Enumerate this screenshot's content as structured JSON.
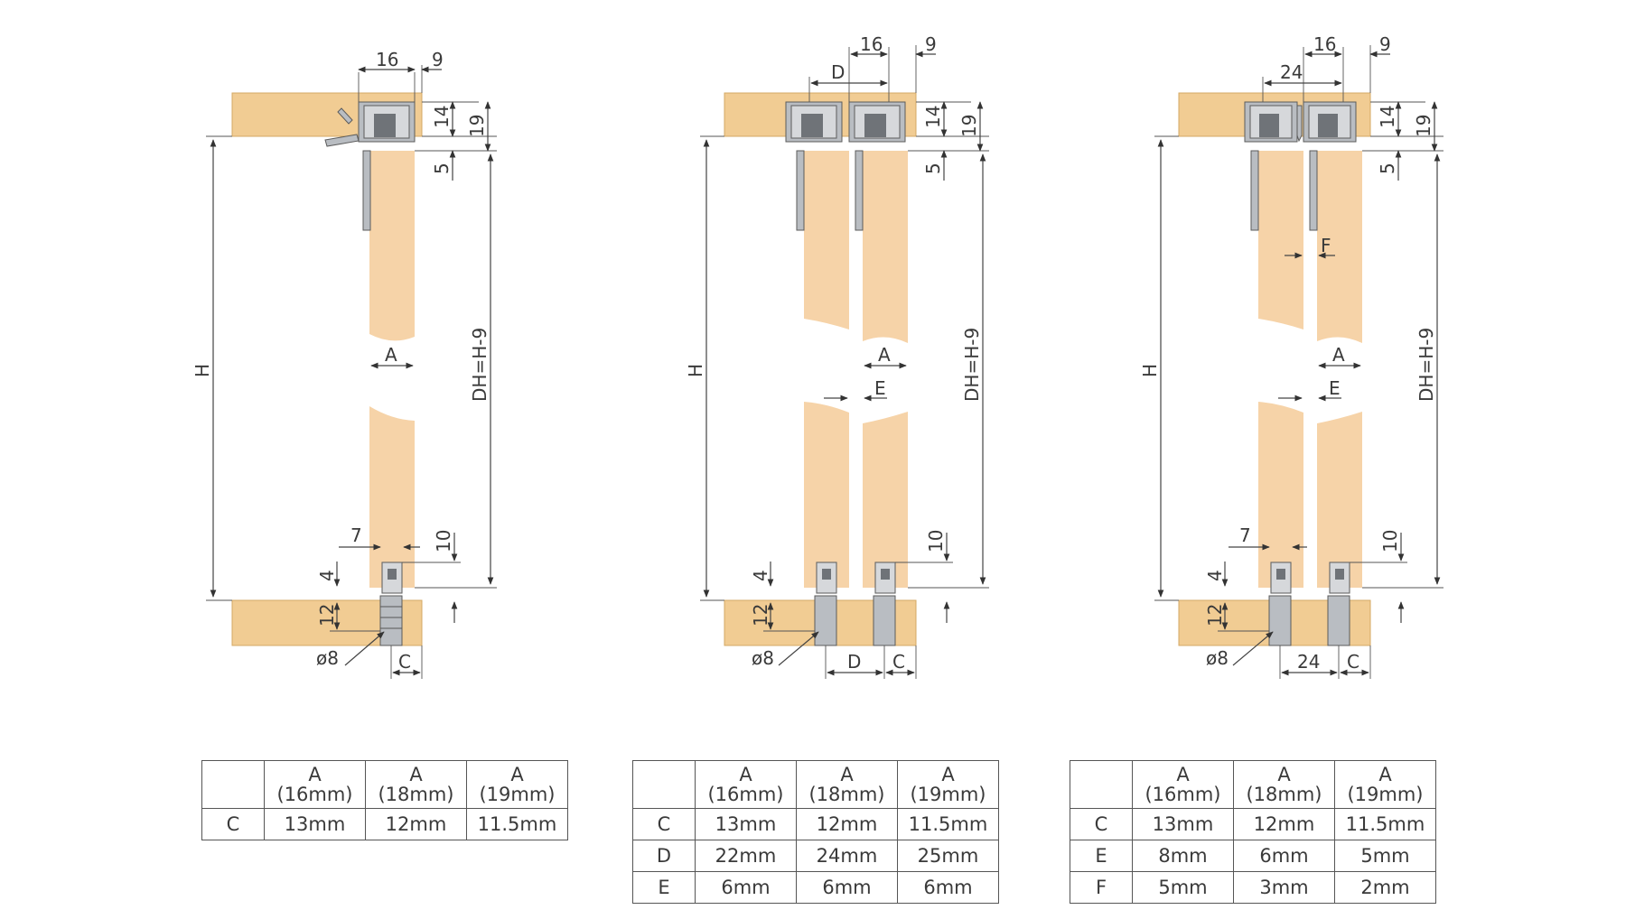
{
  "colors": {
    "door": "#f6d3a8",
    "board": "#f1cc93",
    "metal": "#d6d8db",
    "line": "#444444"
  },
  "diagrams": [
    {
      "top": {
        "d16": "16",
        "d9": "9",
        "d14": "14",
        "d19": "19",
        "d5": "5"
      },
      "side": {
        "h": "H",
        "dh": "DH=H-9",
        "a": "A"
      },
      "bottom": {
        "d7": "7",
        "d10": "10",
        "d4": "4",
        "d12": "12",
        "dia": "ø8",
        "c": "C"
      }
    },
    {
      "top": {
        "d16": "16",
        "d9": "9",
        "d": "D",
        "d14": "14",
        "d19": "19",
        "d5": "5"
      },
      "side": {
        "h": "H",
        "dh": "DH=H-9",
        "a": "A",
        "e": "E"
      },
      "bottom": {
        "d10": "10",
        "d4": "4",
        "d12": "12",
        "dia": "ø8",
        "d": "D",
        "c": "C"
      }
    },
    {
      "top": {
        "d16": "16",
        "d9": "9",
        "d24": "24",
        "d14": "14",
        "d19": "19",
        "d5": "5"
      },
      "side": {
        "h": "H",
        "dh": "DH=H-9",
        "a": "A",
        "e": "E",
        "f": "F"
      },
      "bottom": {
        "d7": "7",
        "d10": "10",
        "d4": "4",
        "d12": "12",
        "dia": "ø8",
        "d24": "24",
        "c": "C"
      }
    }
  ],
  "tables": [
    {
      "headers": [
        {
          "l1": "A",
          "l2": "(16mm)"
        },
        {
          "l1": "A",
          "l2": "(18mm)"
        },
        {
          "l1": "A",
          "l2": "(19mm)"
        }
      ],
      "rows": [
        {
          "label": "C",
          "v": [
            "13mm",
            "12mm",
            "11.5mm"
          ]
        }
      ]
    },
    {
      "headers": [
        {
          "l1": "A",
          "l2": "(16mm)"
        },
        {
          "l1": "A",
          "l2": "(18mm)"
        },
        {
          "l1": "A",
          "l2": "(19mm)"
        }
      ],
      "rows": [
        {
          "label": "C",
          "v": [
            "13mm",
            "12mm",
            "11.5mm"
          ]
        },
        {
          "label": "D",
          "v": [
            "22mm",
            "24mm",
            "25mm"
          ]
        },
        {
          "label": "E",
          "v": [
            "6mm",
            "6mm",
            "6mm"
          ]
        }
      ]
    },
    {
      "headers": [
        {
          "l1": "A",
          "l2": "(16mm)"
        },
        {
          "l1": "A",
          "l2": "(18mm)"
        },
        {
          "l1": "A",
          "l2": "(19mm)"
        }
      ],
      "rows": [
        {
          "label": "C",
          "v": [
            "13mm",
            "12mm",
            "11.5mm"
          ]
        },
        {
          "label": "E",
          "v": [
            "8mm",
            "6mm",
            "5mm"
          ]
        },
        {
          "label": "F",
          "v": [
            "5mm",
            "3mm",
            "2mm"
          ]
        }
      ]
    }
  ]
}
